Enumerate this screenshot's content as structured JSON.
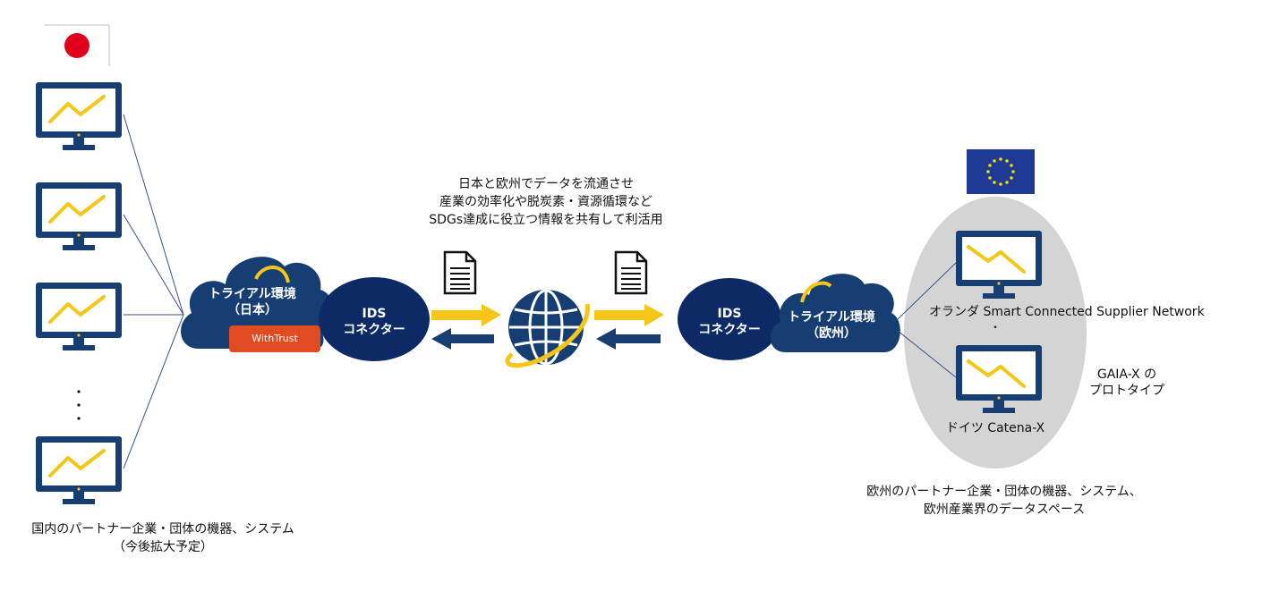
{
  "center_text": {
    "line1": "日本と欧州でデータを流通させ",
    "line2": "産業の効率化や脱炭素・資源循環など",
    "line3": "SDGs達成に役立つ情報を共有して利活用"
  },
  "japan_cloud": {
    "line1": "トライアル環境",
    "line2": "（日本）",
    "badge": "WithTrust"
  },
  "ids_left": {
    "line1": "IDS",
    "line2": "コネクター"
  },
  "ids_right": {
    "line1": "IDS",
    "line2": "コネクター"
  },
  "eu_cloud": {
    "line1": "トライアル環境",
    "line2": "（欧州）"
  },
  "eu_items": {
    "netherlands": "オランダ Smart Connected Supplier Network",
    "dot": "・",
    "germany": "ドイツ Catena-X"
  },
  "gaia": {
    "line1": "GAIA-X の",
    "line2": "プロトタイプ"
  },
  "japan_caption": {
    "line1": "国内のパートナー企業・団体の機器、システム",
    "line2": "（今後拡大予定）"
  },
  "eu_caption": {
    "line1": "欧州のパートナー企業・団体の機器、システム、",
    "line2": "欧州産業界のデータスペース"
  },
  "colors": {
    "navy": "#163e72",
    "dark_navy": "#0d2a66",
    "yellow": "#f5c518",
    "red_badge": "#e04b22",
    "eu_blue": "#1f3a93",
    "gray_oval": "#d4d4d4",
    "japan_red": "#e0001b"
  },
  "icons": [
    "japan-flag-icon",
    "eu-flag-icon",
    "monitor-icon",
    "cloud-icon",
    "globe-icon",
    "document-icon",
    "arrow-right-icon",
    "arrow-left-icon"
  ]
}
